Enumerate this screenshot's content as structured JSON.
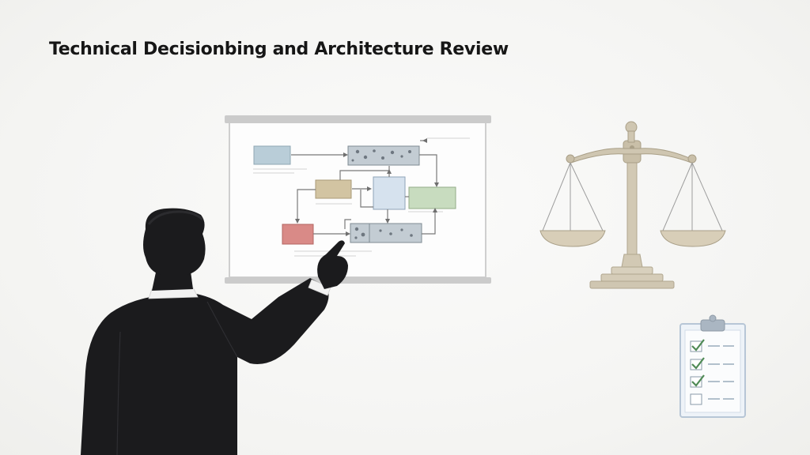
{
  "page": {
    "title": "Technical Decisionbing and Architecture Review"
  },
  "illustration": {
    "presenter": "presenter-silhouette",
    "board": "architecture-diagram-whiteboard",
    "scale": "balance-scale-icon",
    "checklist": "checklist-clipboard-icon"
  },
  "checklist": {
    "items": [
      {
        "checked": true
      },
      {
        "checked": true
      },
      {
        "checked": true
      },
      {
        "checked": false
      }
    ]
  },
  "colors": {
    "title": "#161616",
    "suit": "#1b1b1d",
    "board_frame": "#c9c9c9",
    "box_blue": "#b9cdd8",
    "box_tan": "#d2c4a2",
    "box_green": "#c8dcbf",
    "box_red": "#d98a87",
    "box_lightblue": "#d6e2ee",
    "box_gray": "#c3ccd3",
    "scale": "#c9bfa8",
    "check": "#4f8a55"
  }
}
